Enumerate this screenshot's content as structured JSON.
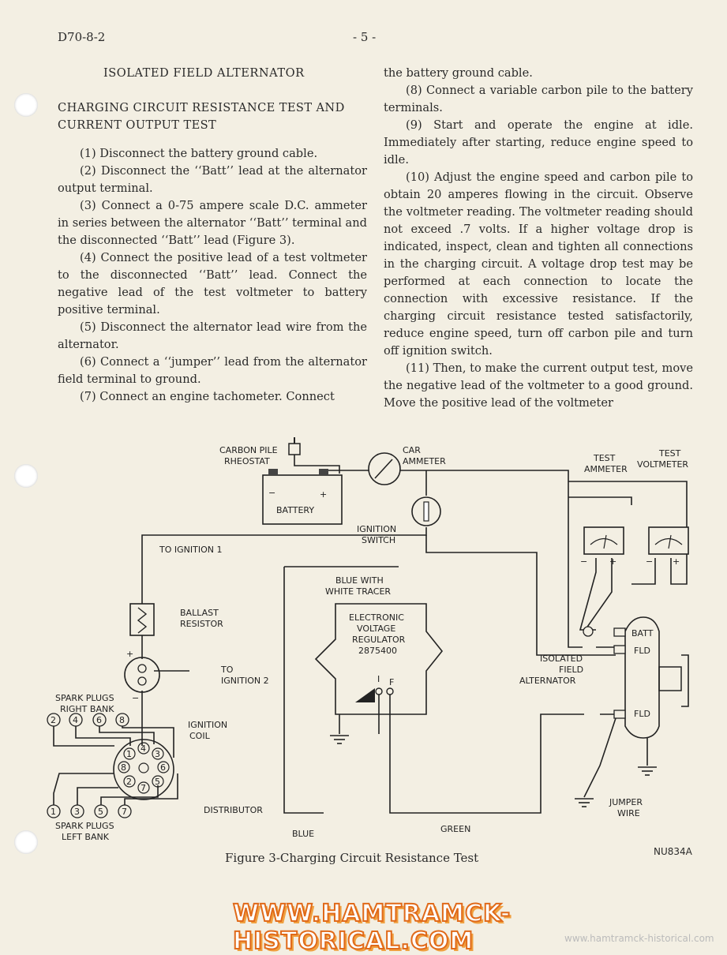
{
  "header": {
    "doc_id": "D70-8-2",
    "page_number": "- 5 -"
  },
  "left_column": {
    "title": "ISOLATED FIELD ALTERNATOR",
    "subtitle": "CHARGING CIRCUIT RESISTANCE TEST AND CURRENT OUTPUT TEST",
    "steps": [
      "(1) Disconnect the battery ground cable.",
      "(2) Disconnect the ‘‘Batt’’ lead at the alternator output terminal.",
      "(3) Connect a 0-75 ampere scale D.C. ammeter in series between the alternator ‘‘Batt’’ terminal and the disconnected ‘‘Batt’’ lead (Figure 3).",
      "(4) Connect the positive lead of a test voltmeter to the disconnected ‘‘Batt’’ lead. Connect the negative lead of the test voltmeter to battery positive terminal.",
      "(5) Disconnect the alternator lead wire from the alternator.",
      "(6) Connect a ‘‘jumper’’ lead from the alternator field terminal to ground.",
      "(7) Connect an engine tachometer. Connect"
    ]
  },
  "right_column": {
    "continuation": "the battery ground cable.",
    "steps": [
      "(8) Connect a variable carbon pile to the battery terminals.",
      "(9) Start and operate the engine at idle. Immediately after starting, reduce engine speed to idle.",
      "(10) Adjust the engine speed and carbon pile to obtain 20 amperes flowing in the circuit. Observe the voltmeter reading. The voltmeter reading should not exceed .7 volts. If a higher voltage drop is indicated, inspect, clean and tighten all connections in the charging circuit. A voltage drop test may be performed at each connection to locate the connection with excessive resistance. If the charging circuit resistance tested satisfactorily, reduce engine speed, turn off carbon pile and turn off ignition switch.",
      "(11) Then, to make the current output test, move the negative lead of the voltmeter to a good ground. Move the positive lead of the voltmeter"
    ]
  },
  "diagram": {
    "carbon_pile": [
      "CARBON PILE",
      "RHEOSTAT"
    ],
    "battery": "BATTERY",
    "car_ammeter": [
      "CAR",
      "AMMETER"
    ],
    "test_ammeter": [
      "TEST",
      "AMMETER"
    ],
    "test_voltmeter": [
      "TEST",
      "VOLTMETER"
    ],
    "ignition_switch": [
      "IGNITION",
      "SWITCH"
    ],
    "to_ignition_1": "TO IGNITION 1",
    "blue_white": [
      "BLUE WITH",
      "WHITE TRACER"
    ],
    "ballast": [
      "BALLAST",
      "RESISTOR"
    ],
    "regulator": [
      "ELECTRONIC",
      "VOLTAGE",
      "REGULATOR",
      "2875400"
    ],
    "reg_i": "I",
    "reg_f": "F",
    "to_ignition_2": [
      "TO",
      "IGNITION 2"
    ],
    "batt": "BATT",
    "fld": "FLD",
    "fld2": "FLD",
    "alternator": [
      "ISOLATED",
      "FIELD",
      "ALTERNATOR"
    ],
    "spark_right": [
      "SPARK PLUGS",
      "RIGHT BANK"
    ],
    "spark_left": [
      "SPARK PLUGS",
      "LEFT BANK"
    ],
    "ignition_coil": [
      "IGNITION",
      "COIL"
    ],
    "distributor": "DISTRIBUTOR",
    "jumper": [
      "JUMPER",
      "WIRE"
    ],
    "blue": "BLUE",
    "green": "GREEN",
    "plus": "+",
    "minus": "−",
    "right_plugs": [
      "2",
      "4",
      "6",
      "8"
    ],
    "left_plugs": [
      "1",
      "3",
      "5",
      "7"
    ],
    "dist_numbers": [
      "4",
      "3",
      "6",
      "5",
      "7",
      "2",
      "8",
      "1"
    ]
  },
  "caption": "Figure 3-Charging Circuit Resistance Test",
  "figure_code": "NU834A",
  "watermark": "WWW.HAMTRAMCK-HISTORICAL.COM",
  "watermark_small": "www.hamtramck-historical.com"
}
